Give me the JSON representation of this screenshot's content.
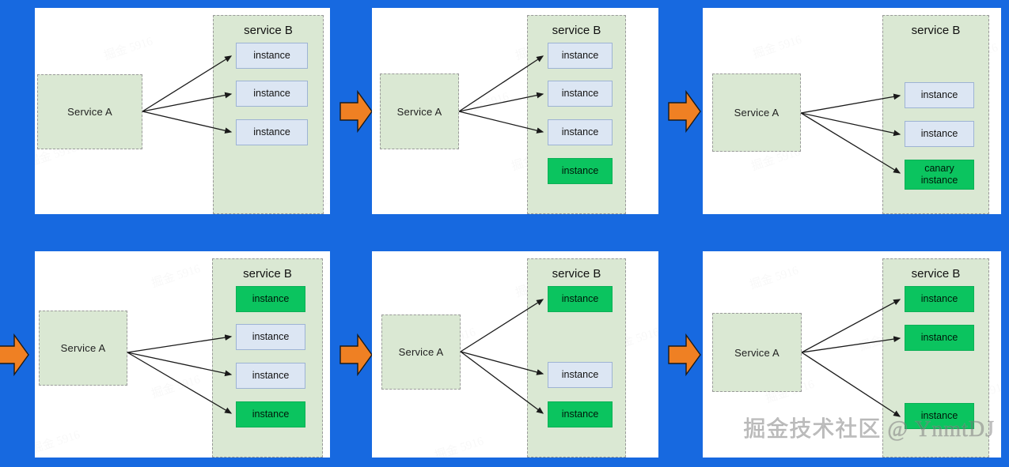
{
  "diagram": {
    "title": "Canary release / rolling upgrade sequence",
    "background_color": "#1769e0",
    "panel_background": "#ffffff",
    "arrow_color": "#ef8023",
    "service_box_color": "#dae8d3",
    "instance_blue": "#dce6f3",
    "instance_green": "#0bc45f"
  },
  "labels": {
    "service_a": "Service A",
    "service_b": "service B",
    "instance": "instance",
    "canary_line1": "canary",
    "canary_line2": "instance"
  },
  "watermark": {
    "main": "掘金技术社区 @ YnmtDJ",
    "faint": "掘金 5916"
  },
  "panels": [
    {
      "id": "panel-1",
      "step": 1,
      "service_a": "Service A",
      "service_b": "service B",
      "instances": [
        {
          "label": "instance",
          "state": "old",
          "color": "blue",
          "arrow": true
        },
        {
          "label": "instance",
          "state": "old",
          "color": "blue",
          "arrow": true
        },
        {
          "label": "instance",
          "state": "old",
          "color": "blue",
          "arrow": true
        }
      ],
      "step_arrow_after": true
    },
    {
      "id": "panel-2",
      "step": 2,
      "service_a": "Service A",
      "service_b": "service B",
      "instances": [
        {
          "label": "instance",
          "state": "old",
          "color": "blue",
          "arrow": true
        },
        {
          "label": "instance",
          "state": "old",
          "color": "blue",
          "arrow": true
        },
        {
          "label": "instance",
          "state": "old",
          "color": "blue",
          "arrow": true
        },
        {
          "label": "instance",
          "state": "new",
          "color": "green",
          "arrow": false
        }
      ],
      "step_arrow_after": true
    },
    {
      "id": "panel-3",
      "step": 3,
      "service_a": "Service A",
      "service_b": "service B",
      "instances": [
        {
          "label": "instance",
          "state": "old",
          "color": "blue",
          "arrow": true
        },
        {
          "label": "instance",
          "state": "old",
          "color": "blue",
          "arrow": true
        },
        {
          "label": "canary instance",
          "state": "canary",
          "color": "green",
          "arrow": true
        }
      ],
      "step_arrow_after": false
    },
    {
      "id": "panel-4",
      "step": 4,
      "service_a": "Service A",
      "service_b": "service B",
      "instances": [
        {
          "label": "instance",
          "state": "new",
          "color": "green",
          "arrow": false
        },
        {
          "label": "instance",
          "state": "old",
          "color": "blue",
          "arrow": true
        },
        {
          "label": "instance",
          "state": "old",
          "color": "blue",
          "arrow": true
        },
        {
          "label": "instance",
          "state": "new",
          "color": "green",
          "arrow": true
        }
      ],
      "step_arrow_before": true,
      "step_arrow_after": true
    },
    {
      "id": "panel-5",
      "step": 5,
      "service_a": "Service A",
      "service_b": "service B",
      "instances": [
        {
          "label": "instance",
          "state": "new",
          "color": "green",
          "arrow": true
        },
        {
          "label": "instance",
          "state": "old",
          "color": "blue",
          "arrow": true
        },
        {
          "label": "instance",
          "state": "new",
          "color": "green",
          "arrow": true
        }
      ],
      "step_arrow_after": true
    },
    {
      "id": "panel-6",
      "step": 6,
      "service_a": "Service A",
      "service_b": "service B",
      "instances": [
        {
          "label": "instance",
          "state": "new",
          "color": "green",
          "arrow": true
        },
        {
          "label": "instance",
          "state": "new",
          "color": "green",
          "arrow": true
        },
        {
          "label": "instance",
          "state": "new",
          "color": "green",
          "arrow": true
        }
      ],
      "step_arrow_after": false
    }
  ]
}
